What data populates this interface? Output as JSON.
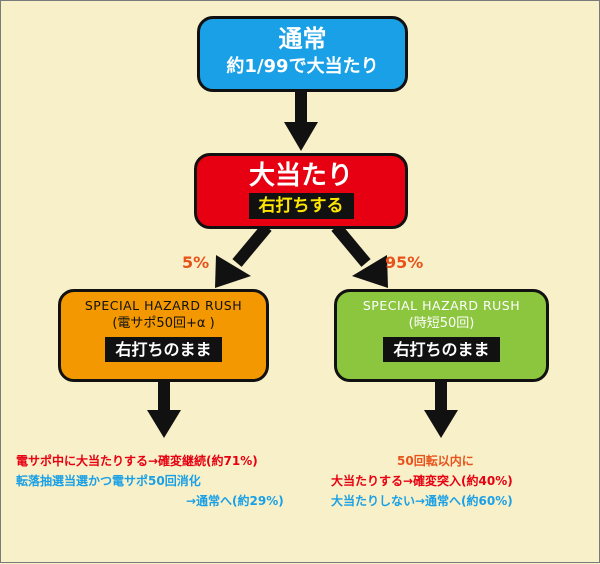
{
  "nodes": {
    "normal": {
      "title": "通常",
      "sub": "約1/99で大当たり"
    },
    "hit": {
      "title": "大当たり",
      "tag": "右打ちする"
    },
    "left": {
      "line1": "SPECIAL HAZARD RUSH",
      "line2": "(電サポ50回+α )",
      "tag": "右打ちのまま"
    },
    "right": {
      "line1": "SPECIAL HAZARD RUSH",
      "line2": "(時短50回)",
      "tag": "右打ちのまま"
    }
  },
  "branches": {
    "left_pct": "5%",
    "right_pct": "95%"
  },
  "left_notes": [
    "電サポ中に大当たりする→確変継続(約71%)",
    "転落抽選当選かつ電サポ50回消化",
    "→通常へ(約29%)"
  ],
  "right_notes": [
    "50回転以内に",
    "大当たりする→確変突入(約40%)",
    "大当たりしない→通常へ(約60%)"
  ],
  "colors": {
    "background": "#f8f0c8",
    "normal": "#1aa0e6",
    "hit": "#e60012",
    "left": "#f39800",
    "right": "#8cc63f",
    "tag_yellow": "#ffe600",
    "pct": "#e8531c"
  }
}
